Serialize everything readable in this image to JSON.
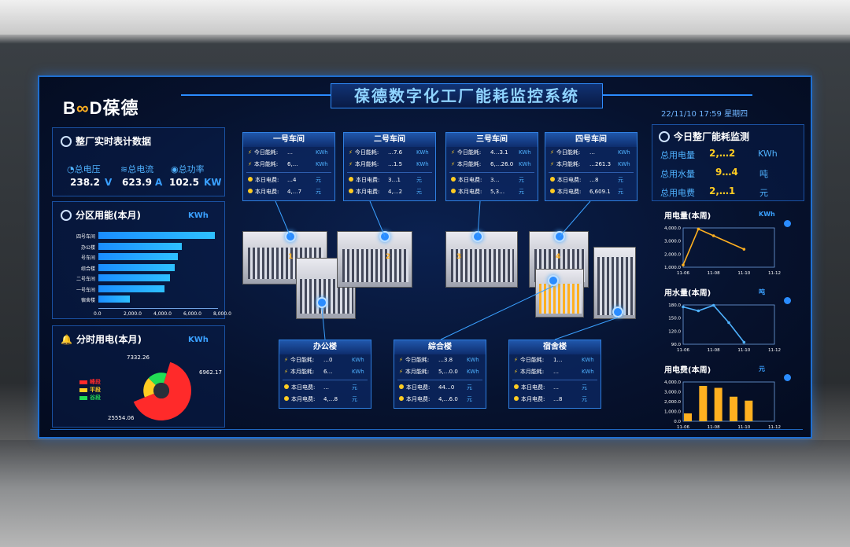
{
  "header": {
    "logo_text_1": "B",
    "logo_text_2": "D",
    "logo_cn": "葆德",
    "title": "葆德数字化工厂能耗监控系统",
    "datetime": "22/11/10 17:59 星期四"
  },
  "realtime": {
    "title": "整厂实时表计数据",
    "items": [
      {
        "label": "总电压",
        "value": "238.2",
        "unit": "V"
      },
      {
        "label": "总电流",
        "value": "623.9",
        "unit": "A"
      },
      {
        "label": "总功率",
        "value": "102.5",
        "unit": "KW"
      }
    ]
  },
  "zone_energy": {
    "title": "分区用能(本月)",
    "unit": "KWh",
    "chart_data": {
      "type": "bar",
      "orientation": "horizontal",
      "categories": [
        "四号车间",
        "办公楼",
        "号车间",
        "综合楼",
        "二号车间",
        "一号车间",
        "宿舍楼"
      ],
      "values": [
        7800,
        5600,
        5300,
        5100,
        4800,
        4400,
        2100
      ],
      "xlim": [
        0,
        8000
      ],
      "xticks": [
        "0.0",
        "2,000.0",
        "4,000.0",
        "6,000.0",
        "8,000.0"
      ]
    }
  },
  "time_power": {
    "title": "分时用电(本月)",
    "unit": "KWh",
    "chart_data": {
      "type": "pie",
      "labels": [
        "峰段",
        "平段",
        "谷段"
      ],
      "values": [
        25554.06,
        7332.26,
        6962.17
      ],
      "value_labels": [
        "25554.06",
        "7332.26",
        "6962.17"
      ],
      "colors": [
        "#ff2a2a",
        "#ffcc22",
        "#22dd55"
      ]
    }
  },
  "workshops": [
    {
      "name": "一号车间",
      "today_energy_label": "今日能耗:",
      "today_energy": "…",
      "month_energy_label": "本月能耗:",
      "month_energy": "6,…",
      "today_cost_label": "本日电费:",
      "today_cost": "…4",
      "month_cost_label": "本月电费:",
      "month_cost": "4,…7",
      "energy_unit": "KWh",
      "cost_unit": "元"
    },
    {
      "name": "二号车间",
      "today_energy_label": "今日能耗:",
      "today_energy": "…7.6",
      "month_energy_label": "本月能耗:",
      "month_energy": "…1.5",
      "today_cost_label": "本日电费:",
      "today_cost": "3…1",
      "month_cost_label": "本月电费:",
      "month_cost": "4,…2",
      "energy_unit": "KWh",
      "cost_unit": "元"
    },
    {
      "name": "三号车间",
      "today_energy_label": "今日能耗:",
      "today_energy": "4…3.1",
      "month_energy_label": "本月能耗:",
      "month_energy": "6,…26.0",
      "today_cost_label": "本日电费:",
      "today_cost": "3…",
      "month_cost_label": "本月电费:",
      "month_cost": "5,3…",
      "energy_unit": "KWh",
      "cost_unit": "元"
    },
    {
      "name": "四号车间",
      "today_energy_label": "今日能耗:",
      "today_energy": "…",
      "month_energy_label": "本月能耗:",
      "month_energy": "…261.3",
      "today_cost_label": "本日电费:",
      "today_cost": "…8",
      "month_cost_label": "本月电费:",
      "month_cost": "6,609.1",
      "energy_unit": "KWh",
      "cost_unit": "元"
    }
  ],
  "buildings": [
    {
      "name": "办公楼",
      "today_energy_label": "今日能耗:",
      "today_energy": "…0",
      "month_energy_label": "本月能耗:",
      "month_energy": "6…",
      "today_cost_label": "本日电费:",
      "today_cost": "…",
      "month_cost_label": "本月电费:",
      "month_cost": "4,…8",
      "energy_unit": "KWh",
      "cost_unit": "元"
    },
    {
      "name": "綜合楼",
      "today_energy_label": "今日能耗:",
      "today_energy": "…3.8",
      "month_energy_label": "本月能耗:",
      "month_energy": "5,…0.0",
      "today_cost_label": "本日电费:",
      "today_cost": "44…0",
      "month_cost_label": "本月电费:",
      "month_cost": "4,…6.0",
      "energy_unit": "KWh",
      "cost_unit": "元"
    },
    {
      "name": "宿舍楼",
      "today_energy_label": "今日能耗:",
      "today_energy": "1…",
      "month_energy_label": "本月能耗:",
      "month_energy": "…",
      "today_cost_label": "本日电费:",
      "today_cost": "…",
      "month_cost_label": "本月电费:",
      "month_cost": "…8",
      "energy_unit": "KWh",
      "cost_unit": "元"
    }
  ],
  "building_numbers": [
    "1",
    "2",
    "3",
    "4"
  ],
  "today_monitor": {
    "title": "今日整厂能耗监测",
    "items": [
      {
        "label": "总用电量",
        "value": "2,…2",
        "unit": "KWh"
      },
      {
        "label": "总用水量",
        "value": "9…4",
        "unit": "吨"
      },
      {
        "label": "总用电费",
        "value": "2,…1",
        "unit": "元"
      }
    ]
  },
  "weekly_charts": [
    {
      "title": "用电量(本周)",
      "unit": "KWh",
      "chart_data": {
        "type": "line",
        "categories": [
          "11-06",
          "11-08",
          "11-10",
          "11-12"
        ],
        "x": [
          6,
          7,
          8,
          10
        ],
        "values": [
          1200,
          4400,
          3800,
          2600
        ],
        "ylim": [
          1000,
          4500
        ],
        "yticks": [
          "1,000.0",
          "2,000.0",
          "3,000.0",
          "4,000.0"
        ],
        "color": "#ffb020"
      }
    },
    {
      "title": "用水量(本周)",
      "unit": "吨",
      "chart_data": {
        "type": "line",
        "categories": [
          "11-06",
          "11-08",
          "11-10",
          "11-12"
        ],
        "x": [
          6,
          7,
          8,
          9,
          10
        ],
        "values": [
          180,
          170,
          184,
          140,
          90
        ],
        "ylim": [
          85,
          185
        ],
        "yticks": [
          "90.0",
          "120.0",
          "150.0",
          "180.0"
        ],
        "color": "#4fb2ff"
      }
    },
    {
      "title": "用电费(本周)",
      "unit": "元",
      "chart_data": {
        "type": "bar",
        "categories": [
          "11-06",
          "11-08",
          "11-10",
          "11-12"
        ],
        "x": [
          6,
          7,
          8,
          9,
          10
        ],
        "values": [
          800,
          3600,
          3400,
          2500,
          2100
        ],
        "ylim": [
          0,
          4000
        ],
        "yticks": [
          "0.0",
          "1,000.0",
          "2,000.0",
          "3,000.0",
          "4,000.0"
        ],
        "color": "#ffb020"
      }
    }
  ]
}
